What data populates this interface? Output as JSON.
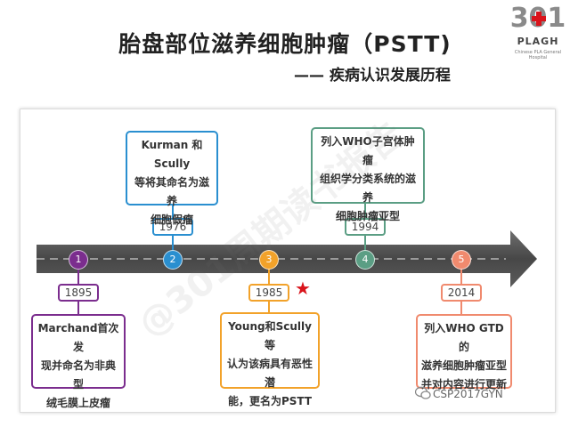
{
  "header": {
    "title": "胎盘部位滋养细胞肿瘤（PSTT)",
    "subtitle": "—— 疾病认识发展历程"
  },
  "logo": {
    "number": "301",
    "brand": "PLAGH",
    "tagline": "Chinese PLA General Hospital"
  },
  "watermark": "@301周期读书报告",
  "wechat_label": "CSP2017GYN",
  "colors": {
    "purple": "#7b2d8e",
    "blue": "#2a8fd0",
    "orange": "#f2a22a",
    "green": "#5b9e84",
    "salmon": "#f08a6e",
    "arrow": "#505050",
    "star": "#d9141b"
  },
  "milestones": [
    {
      "num": "1",
      "year": "1895",
      "text": "Marchand首次发\n现并命名为非典型\n绒毛膜上皮瘤"
    },
    {
      "num": "2",
      "year": "1976",
      "text": "Kurman 和Scully\n等将其命名为滋养\n细胞假瘤"
    },
    {
      "num": "3",
      "year": "1985",
      "text": "Young和Scully等\n认为该病具有恶性潜\n能，更名为PSTT",
      "star": "★"
    },
    {
      "num": "4",
      "year": "1994",
      "text": "列入WHO子宫体肿瘤\n组织学分类系统的滋养\n细胞肿瘤亚型"
    },
    {
      "num": "5",
      "year": "2014",
      "text": "列入WHO GTD的\n滋养细胞肿瘤亚型\n并对内容进行更新"
    }
  ]
}
